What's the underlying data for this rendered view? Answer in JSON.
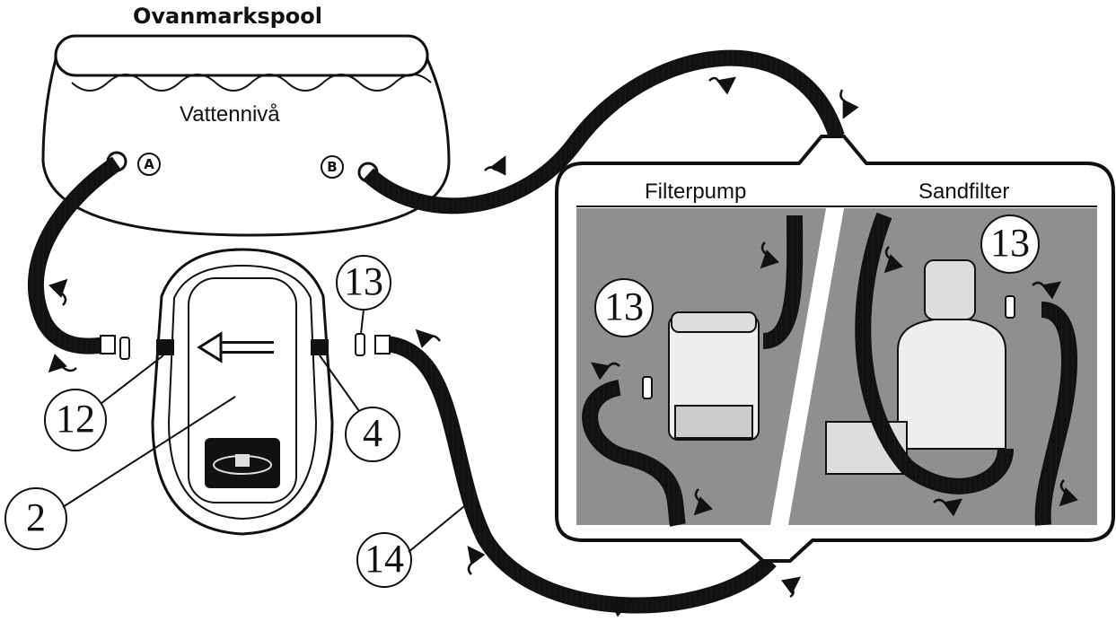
{
  "title": "Ovanmarkspool",
  "water_level": "Vattennivå",
  "inlets": {
    "a": "A",
    "b": "B"
  },
  "panels": {
    "filter_pump": "Filterpump",
    "sand_filter": "Sandfilter"
  },
  "numbers": {
    "n2": "2",
    "n4": "4",
    "n12": "12",
    "n13_left": "13",
    "n13_pump": "13",
    "n13_sand": "13",
    "n14": "14"
  },
  "colors": {
    "line": "#111111",
    "panel_fill": "#8f8f8f",
    "pool_fill": "#ffffff"
  },
  "icons": [
    "flow-arrow-icon",
    "direction-arrow-icon",
    "hose-clamp-icon"
  ]
}
